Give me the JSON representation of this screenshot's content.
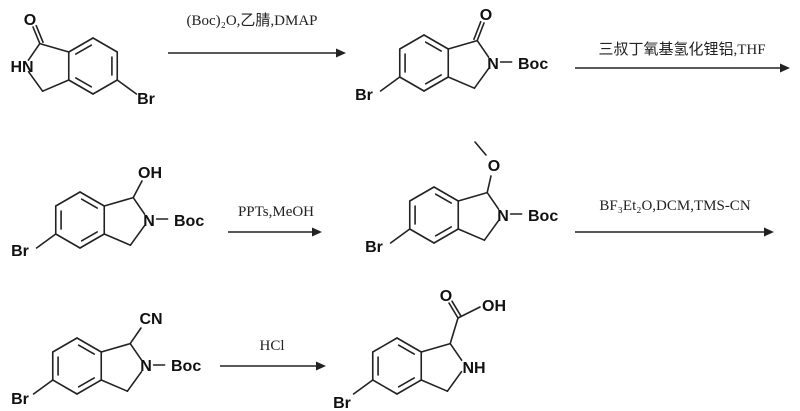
{
  "scheme": {
    "steps": [
      {
        "reagents": "(Boc)₂O,乙腈,DMAP"
      },
      {
        "reagents": "三叔丁氧基氢化锂铝,THF"
      },
      {
        "reagents": "PPTs,MeOH"
      },
      {
        "reagents": "BF₃Et₂O,DCM,TMS-CN"
      },
      {
        "reagents": "HCl"
      }
    ],
    "compounds": [
      {
        "labels": {
          "o": "O",
          "n": "HN",
          "br": "Br"
        }
      },
      {
        "labels": {
          "o": "O",
          "n": "N",
          "pg": "Boc",
          "br": "Br"
        }
      },
      {
        "labels": {
          "sub": "OH",
          "n": "N",
          "pg": "Boc",
          "br": "Br"
        }
      },
      {
        "labels": {
          "o": "O",
          "n": "N",
          "pg": "Boc",
          "br": "Br"
        }
      },
      {
        "labels": {
          "sub": "CN",
          "n": "N",
          "pg": "Boc",
          "br": "Br"
        }
      },
      {
        "labels": {
          "o": "O",
          "oh": "OH",
          "n": "NH",
          "br": "Br"
        }
      }
    ]
  }
}
